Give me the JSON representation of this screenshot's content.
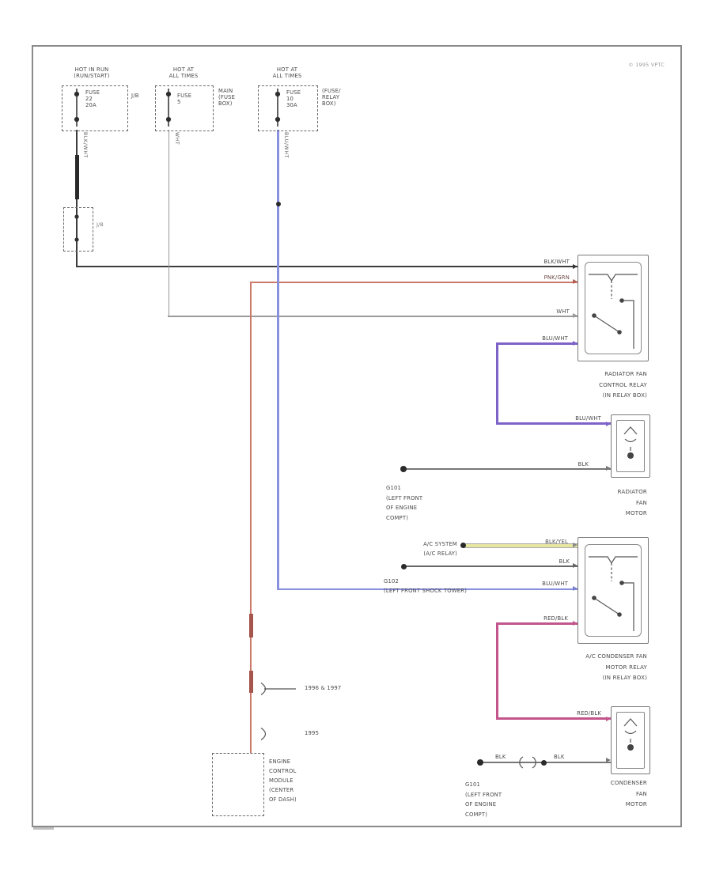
{
  "frame": {
    "copyright": "© 1995 VPTC"
  },
  "sources": [
    {
      "header": [
        "HOT IN RUN",
        "(RUN/START)"
      ],
      "fuse": [
        "FUSE",
        "22",
        "20A"
      ],
      "location": [
        "J/B"
      ],
      "wire_label": "BLK/WHT"
    },
    {
      "header": [
        "HOT AT",
        "ALL TIMES"
      ],
      "fuse": [
        "FUSE",
        "5"
      ],
      "location": [
        "MAIN",
        "(FUSE",
        "BOX)"
      ],
      "wire_label": "WHT"
    },
    {
      "header": [
        "HOT AT",
        "ALL TIMES"
      ],
      "fuse": [
        "FUSE",
        "10",
        "30A"
      ],
      "location": [
        "(FUSE/",
        "RELAY",
        "BOX)"
      ],
      "wire_label": "BLU/WHT"
    }
  ],
  "inline_connector": {
    "label": "J/B"
  },
  "wire_labels": {
    "to_relay1_a": "BLK/WHT",
    "to_relay1_b": "PNK/GRN",
    "to_relay1_c": "WHT",
    "relay1_out_a": "BLU/WHT",
    "relay1_out_b": "BLU/WHT",
    "rad_motor_ground": "BLK",
    "ac_feed": "BLK/YEL",
    "g102_feed": "BLK",
    "to_relay2": "BLU/WHT",
    "relay2_out_a": "RED/BLK",
    "relay2_out_b": "RED/BLK",
    "cond_ground_a": "BLK",
    "cond_ground_b": "BLK"
  },
  "branches": [
    {
      "label": "1996 & 1997"
    },
    {
      "label": "1995"
    }
  ],
  "ecm": {
    "lines": [
      "ENGINE",
      "CONTROL",
      "MODULE",
      "(CENTER",
      "OF DASH)"
    ]
  },
  "relays": {
    "radiator": [
      "RADIATOR FAN",
      "CONTROL RELAY",
      "(IN RELAY BOX)"
    ],
    "condenser": [
      "A/C CONDENSER FAN",
      "MOTOR RELAY",
      "(IN RELAY BOX)"
    ]
  },
  "motors": {
    "radiator": [
      "RADIATOR",
      "FAN",
      "MOTOR"
    ],
    "condenser": [
      "CONDENSER",
      "FAN",
      "MOTOR"
    ]
  },
  "grounds": {
    "g1": [
      "G101",
      "(LEFT FRONT",
      "OF ENGINE",
      "COMPT)"
    ],
    "g2": [
      "G102",
      "(LEFT FRONT SHOCK TOWER)"
    ],
    "g3": [
      "G101",
      "(LEFT FRONT",
      "OF ENGINE",
      "COMPT)"
    ]
  },
  "ac_source": [
    "A/C SYSTEM",
    "(A/C RELAY)"
  ],
  "colors": {
    "hot_feed": "#3c3c3c",
    "wht_wire": "#9a9a9a",
    "blu_wire": "#8890e0",
    "purple_wire": "#7d63c8",
    "pnk_wire": "#cc7a6a",
    "red_wire": "#c2558c",
    "yel_wire": "#e6e6a2"
  }
}
